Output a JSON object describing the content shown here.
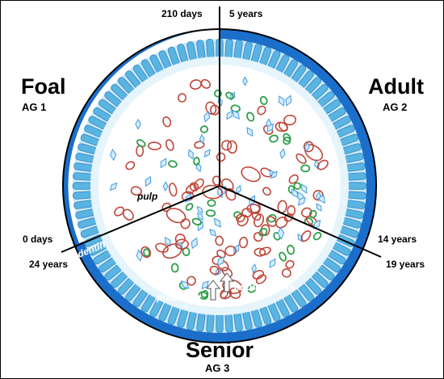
{
  "groups": [
    {
      "name": "Foal",
      "code": "AG 1"
    },
    {
      "name": "Adult",
      "code": "AG 2"
    },
    {
      "name": "Senior",
      "code": "AG 3"
    }
  ],
  "timepoints": {
    "t_210_days": "210 days",
    "t_5_years": "5 years",
    "t_0_days": "0 days",
    "t_24_years": "24 years",
    "t_14_years": "14 years",
    "t_19_years": "19 years"
  },
  "tissue_labels": {
    "pulp": "pulp",
    "dentin": "dentin",
    "predentin": "predentin",
    "odontoblasts": "odontoblasts"
  },
  "colors": {
    "dentin": "#1b6fcb",
    "predentin": "#cfe9f6",
    "odontoblast": "#5ab4e2",
    "odontoblast_edge": "#2f86c9",
    "vessel_red": "#c0463a",
    "vessel_green": "#2e9f4b",
    "cell_blue": "#3f9be0",
    "pulp": "#ffffff",
    "outline": "#000000"
  }
}
